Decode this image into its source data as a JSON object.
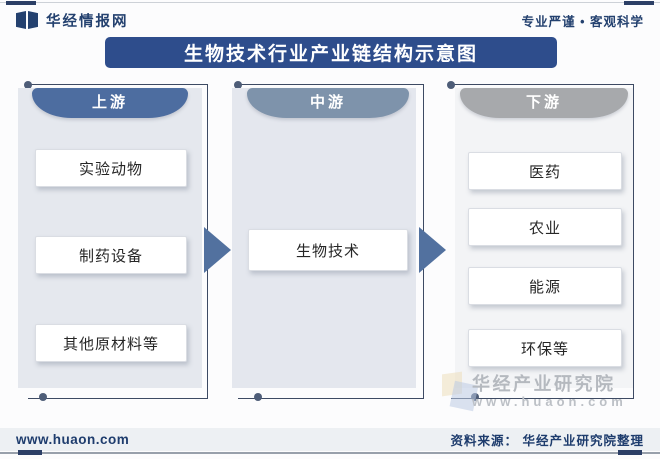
{
  "header": {
    "brand": "华经情报网",
    "slogan": "专业严谨 • 客观科学"
  },
  "title": "生物技术行业产业链结构示意图",
  "diagram": {
    "columns": [
      {
        "label": "上游",
        "header_color": "#4d6da0",
        "items": [
          "实验动物",
          "制药设备",
          "其他原材料等"
        ]
      },
      {
        "label": "中游",
        "header_color": "#7e93ab",
        "items": [
          "生物技术"
        ]
      },
      {
        "label": "下游",
        "header_color": "#a7a9ac",
        "items": [
          "医药",
          "农业",
          "能源",
          "环保等"
        ]
      }
    ],
    "arrow_color": "#52719f",
    "frame_line_color": "#3d4a63",
    "panel_color_left": "#e5e8ee",
    "panel_color_right": "#f3f4f6"
  },
  "watermark": {
    "name": "华经产业研究院",
    "site": "www.huaon.com"
  },
  "footer": {
    "site": "www.huaon.com",
    "source": "资料来源： 华经产业研究院整理"
  },
  "colors": {
    "title_bar": "#2e4d8c",
    "navy_text": "#24416f",
    "accent_dash": "#2c3f66"
  }
}
